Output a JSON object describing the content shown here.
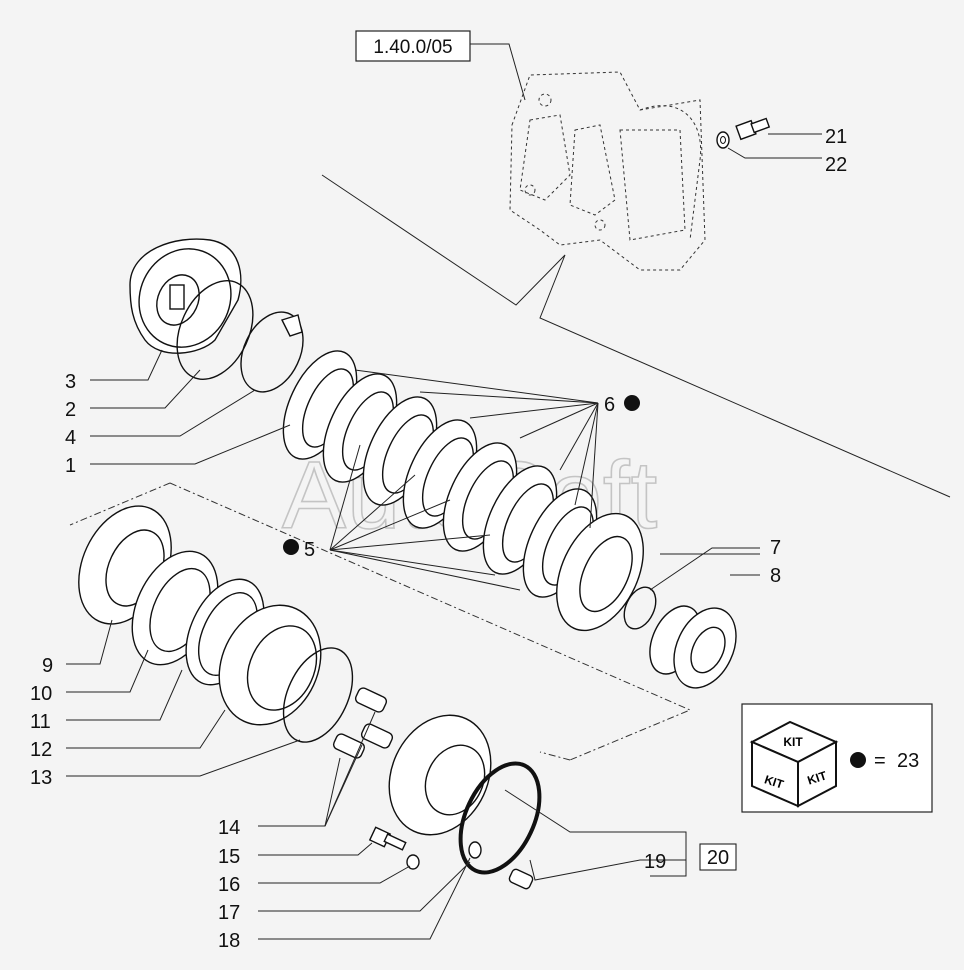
{
  "diagram": {
    "reference_box": "1.40.0/05",
    "watermark": "AutoSoft",
    "callouts": {
      "c1": "1",
      "c2": "2",
      "c3": "3",
      "c4": "4",
      "c5": "5",
      "c6": "6",
      "c7": "7",
      "c8": "8",
      "c9": "9",
      "c10": "10",
      "c11": "11",
      "c12": "12",
      "c13": "13",
      "c14": "14",
      "c15": "15",
      "c16": "16",
      "c17": "17",
      "c18": "18",
      "c19": "19",
      "c20": "20",
      "c21": "21",
      "c22": "22"
    },
    "kit": {
      "top_label": "KIT",
      "left_label": "KIT",
      "right_label": "KIT",
      "legend_equals": "=",
      "legend_value": "23"
    }
  }
}
